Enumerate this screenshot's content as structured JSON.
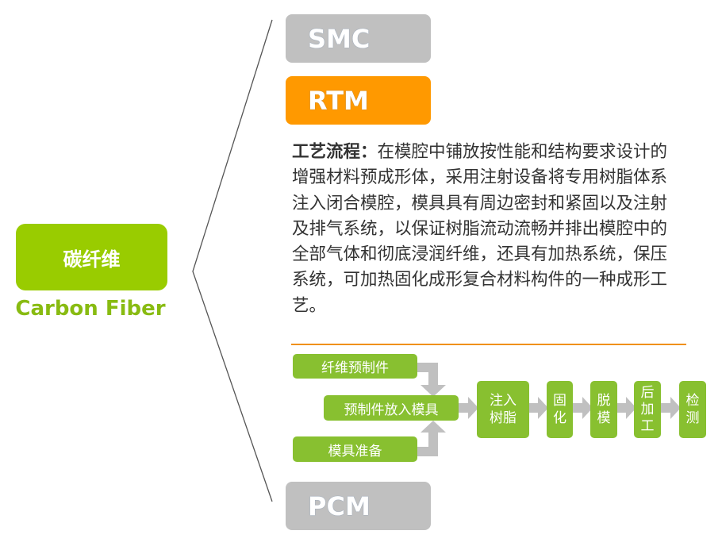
{
  "root": {
    "label_cn": "碳纤维",
    "label_en": "Carbon Fiber",
    "color": "#99cc00"
  },
  "methods": [
    {
      "label": "SMC",
      "state": "inactive",
      "color": "#c0c0c0"
    },
    {
      "label": "RTM",
      "state": "active",
      "color": "#ff9900"
    },
    {
      "label": "PCM",
      "state": "inactive",
      "color": "#c0c0c0"
    }
  ],
  "description": {
    "heading": "工艺流程",
    "separator": "：",
    "body": "在模腔中铺放按性能和结构要求设计的增强材料预成形体，采用注射设备将专用树脂体系注入闭合模腔，模具具有周边密封和紧固以及注射及排气系统，以保证树脂流动流畅并排出模腔中的全部气体和彻底浸润纤维，还具有加热系统，保压系统，可加热固化成形复合材料构件的一种成形工艺。"
  },
  "flow": {
    "inputs": [
      "纤维预制件",
      "模具准备"
    ],
    "merge": "预制件放入模具",
    "steps": [
      {
        "line1": "注入",
        "line2": "树脂"
      },
      {
        "line1": "固",
        "line2": "化"
      },
      {
        "line1": "脱",
        "line2": "模"
      },
      {
        "line1": "后",
        "line2": "加",
        "line3": "工"
      },
      {
        "line1": "检",
        "line2": "测"
      }
    ],
    "box_color": "#88c030",
    "arrow_color": "#c0c0c0",
    "divider_color": "#f0901a"
  }
}
